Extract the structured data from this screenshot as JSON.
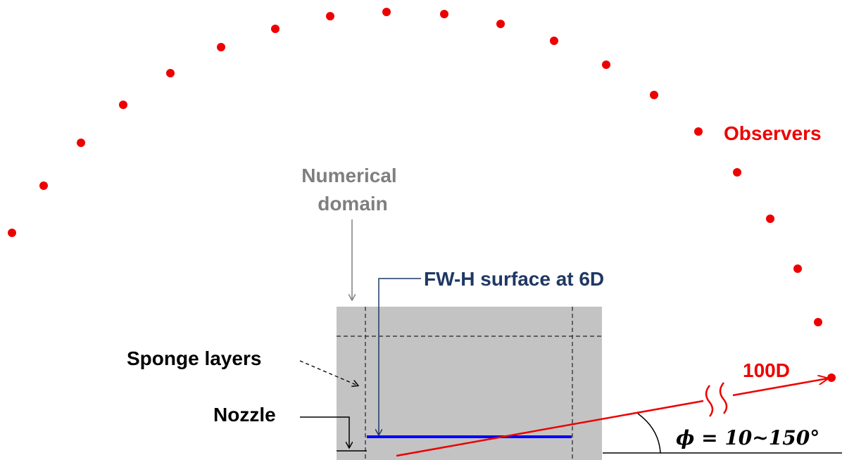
{
  "labels": {
    "observers": "Observers",
    "numerical_domain_line1": "Numerical",
    "numerical_domain_line2": "domain",
    "fwh_surface": "FW-H surface at 6D",
    "sponge_layers": "Sponge layers",
    "nozzle": "Nozzle",
    "distance": "100D",
    "angle": "ϕ = 10~150°"
  },
  "colors": {
    "observer": "#ee0000",
    "domain_fill": "#c3c3c3",
    "domain_label": "#7f7f7f",
    "fwh_label": "#1f3864",
    "fwh_surface": "#0000ff",
    "text": "#000000"
  }
}
